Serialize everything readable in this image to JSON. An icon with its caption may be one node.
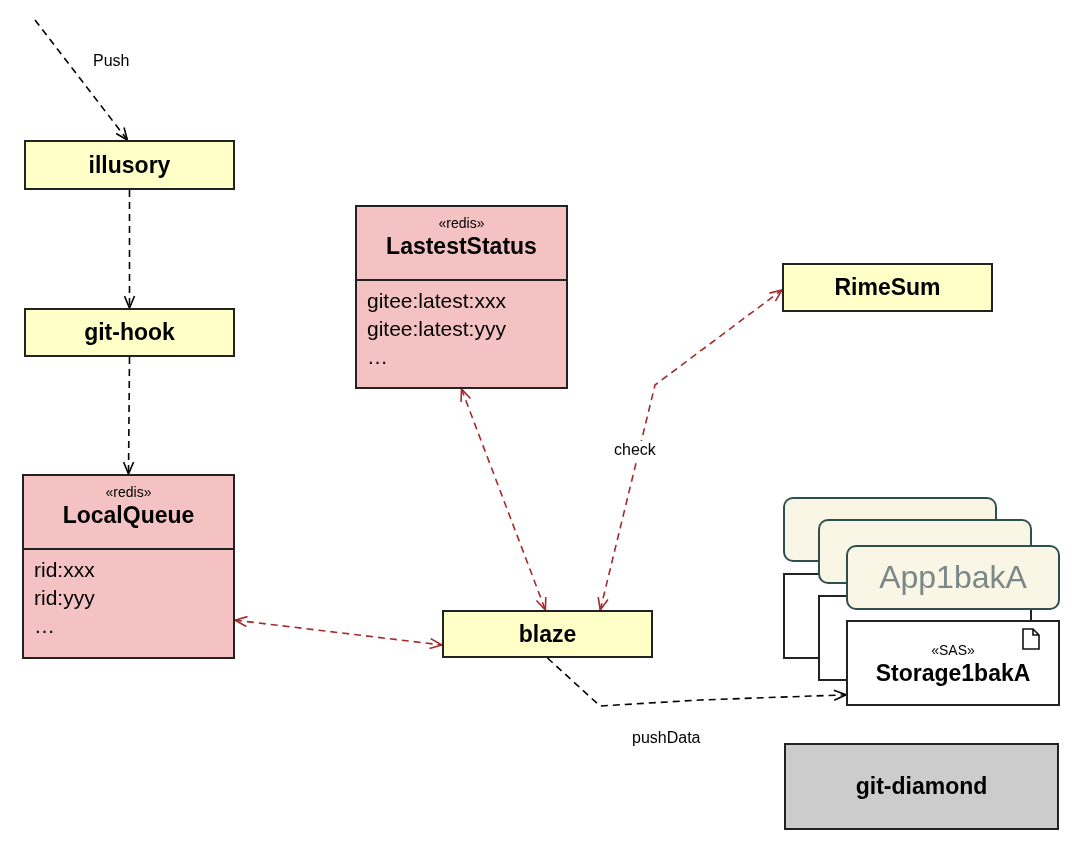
{
  "diagram": {
    "nodes": [
      {
        "text": [
          "illusory"
        ]
      },
      {
        "text": [
          "git-hook"
        ]
      },
      {
        "text": [
          "«redis»",
          "LocalQueue",
          "rid:xxx",
          "rid:yyy",
          "…"
        ]
      },
      {
        "text": [
          "«redis»",
          "LastestStatus",
          "gitee:latest:xxx",
          "gitee:latest:yyy",
          "…"
        ]
      },
      {
        "text": [
          "RimeSum"
        ]
      },
      {
        "text": [
          "blaze"
        ]
      },
      {
        "text": [
          "App1bakA"
        ]
      },
      {
        "text": [
          "«SAS»",
          "Storage1bakA"
        ]
      },
      {
        "text": [
          "git-diamond"
        ]
      }
    ],
    "edges": [
      {
        "from": null,
        "to": 0,
        "arrow": "to",
        "label": "Push",
        "style": "dashed"
      },
      {
        "from": 0,
        "to": 1,
        "arrow": "to",
        "style": "dashed"
      },
      {
        "from": 1,
        "to": 2,
        "arrow": "to",
        "style": "dashed"
      },
      {
        "from": 2,
        "to": 5,
        "arrow": "both",
        "style": "dashed",
        "color": "#a52a2a"
      },
      {
        "from": 3,
        "to": 5,
        "arrow": "both",
        "style": "dashed",
        "color": "#a52a2a"
      },
      {
        "from": 5,
        "to": 4,
        "arrow": "both",
        "label": "check",
        "style": "dashed",
        "color": "#a52a2a"
      },
      {
        "from": 5,
        "to": 7,
        "arrow": "to",
        "label": "pushData",
        "style": "dashed"
      }
    ]
  }
}
